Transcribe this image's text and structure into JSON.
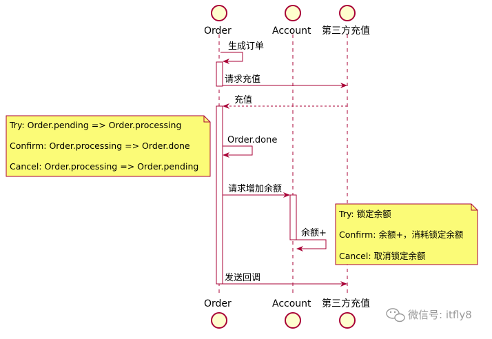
{
  "participants": {
    "order": "Order",
    "account": "Account",
    "third_party": "第三方充值"
  },
  "messages": {
    "create_order": "生成订单",
    "request_recharge": "请求充值",
    "recharge_reply": "充值",
    "order_done": "Order.done",
    "request_add_balance": "请求增加余额",
    "balance_plus": "余额+",
    "send_callback": "发送回调"
  },
  "notes": {
    "order_note": [
      "Try: Order.pending => Order.processing",
      "Confirm: Order.processing => Order.done",
      "Cancel: Order.processing => Order.pending"
    ],
    "account_note": [
      "Try: 锁定余额",
      "Confirm: 余额+，消耗锁定余额",
      "Cancel: 取消锁定余额"
    ]
  },
  "watermark": "微信号: itfly8",
  "colors": {
    "line": "#a80036",
    "actor_fill": "#fefece",
    "note_fill": "#fbfb77",
    "lifeline": "#a80036"
  }
}
